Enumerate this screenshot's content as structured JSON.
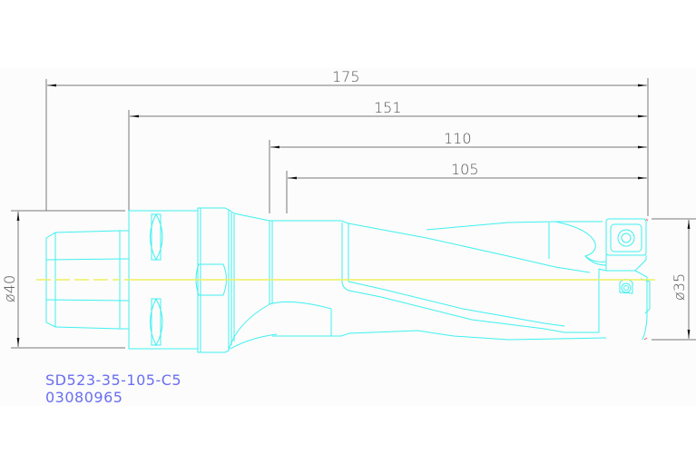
{
  "drawing": {
    "type": "technical-drawing",
    "subject": "indexable drill side view",
    "colors": {
      "outline": "#40f0f0",
      "centerline": "#f0f060",
      "dimension": "#777777",
      "arrow": "#111111",
      "label": "#6b6ef0",
      "background": "#fbfcfb"
    },
    "dimensions": {
      "lengths": [
        {
          "id": "overall",
          "value": "175"
        },
        {
          "id": "from-flange",
          "value": "151"
        },
        {
          "id": "body",
          "value": "110"
        },
        {
          "id": "drilling-depth",
          "value": "105"
        }
      ],
      "diameters": [
        {
          "id": "shank",
          "value": "ø40"
        },
        {
          "id": "drill",
          "value": "ø35"
        }
      ]
    }
  },
  "title_block": {
    "part_number": "SD523-35-105-C5",
    "order_code": "03080965"
  }
}
